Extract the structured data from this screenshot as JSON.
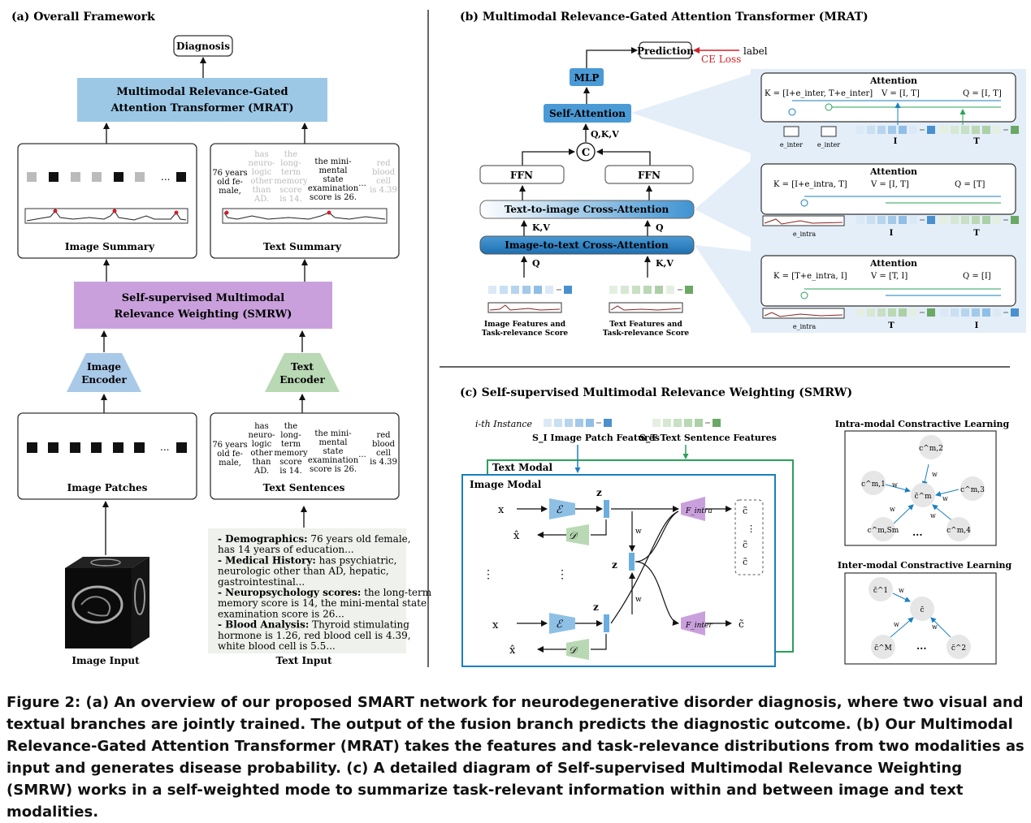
{
  "panel_a": {
    "title": "(a) Overall Framework",
    "diagnosis": "Diagnosis",
    "mrat_line1": "Multimodal Relevance-Gated",
    "mrat_line2": "Attention Transformer (MRAT)",
    "image_summary": "Image Summary",
    "text_summary": "Text Summary",
    "smrw_line1": "Self-supervised Multimodal",
    "smrw_line2": "Relevance Weighting (SMRW)",
    "image_encoder_1": "Image",
    "image_encoder_2": "Encoder",
    "text_encoder_1": "Text",
    "text_encoder_2": "Encoder",
    "image_patches": "Image Patches",
    "text_sentences": "Text Sentences",
    "image_input": "Image Input",
    "text_input": "Text Input",
    "ellipsis": "...",
    "sentences": {
      "s1": [
        "76 years",
        "old fe-",
        "male,"
      ],
      "s2": [
        "has",
        "neuro-",
        "logic",
        "other",
        "than",
        "AD."
      ],
      "s3": [
        "the",
        "long-",
        "term",
        "memory",
        "score",
        "is 14."
      ],
      "s4": [
        "the mini-",
        "mental",
        "state",
        "examination",
        "score is 26."
      ],
      "s5": [
        "red",
        "blood",
        "cell",
        "is 4.39"
      ]
    },
    "text_input_box": [
      {
        "bold": "- Demographics:",
        "rest": " 76 years old female,"
      },
      {
        "bold": "",
        "rest": "has 14 years of education..."
      },
      {
        "bold": "- Medical History:",
        "rest": " has psychiatric,"
      },
      {
        "bold": "",
        "rest": "neurologic other than AD, hepatic,"
      },
      {
        "bold": "",
        "rest": "gastrointestinal..."
      },
      {
        "bold": "- Neuropsychology scores:",
        "rest": " the long-term"
      },
      {
        "bold": "",
        "rest": "memory score is 14, the mini-mental state"
      },
      {
        "bold": "",
        "rest": "examination score is 26..."
      },
      {
        "bold": "- Blood Analysis:",
        "rest": " Thyroid stimulating"
      },
      {
        "bold": "",
        "rest": "hormone is 1.26, red blood cell is 4.39,"
      },
      {
        "bold": "",
        "rest": "white blood cell is 5.5..."
      }
    ]
  },
  "panel_b": {
    "title": "(b) Multimodal Relevance-Gated Attention Transformer (MRAT)",
    "prediction": "Prediction",
    "ce_loss": "CE Loss",
    "label": "label",
    "mlp": "MLP",
    "self_attention": "Self-Attention",
    "qkv": "Q,K,V",
    "concat": "C",
    "ffn": "FFN",
    "t2i": "Text-to-image Cross-Attention",
    "i2t": "Image-to-text Cross-Attention",
    "kv": "K,V",
    "q": "Q",
    "img_feat_1": "Image Features and",
    "img_feat_2": "Task-relevance Score",
    "txt_feat_1": "Text Features and",
    "txt_feat_2": "Task-relevance Score",
    "attention": "Attention",
    "box1": {
      "k": "K = [I+e_inter, T+e_inter]",
      "v": "V = [I, T]",
      "q": "Q = [I, T]",
      "lab1": "I",
      "lab2": "T",
      "e": "e_inter"
    },
    "box2": {
      "k": "K = [I+e_intra, T]",
      "v": "V = [I, T]",
      "q": "Q = [T]",
      "lab1": "I",
      "lab2": "T",
      "e": "e_intra"
    },
    "box3": {
      "k": "K = [T+e_intra, I]",
      "v": "V = [T, I]",
      "q": "Q = [I]",
      "lab1": "T",
      "lab2": "I",
      "e": "e_intra"
    }
  },
  "panel_c": {
    "title": "(c) Self-supervised Multimodal Relevance Weighting (SMRW)",
    "ith_instance": "i-th Instance",
    "si_patch": "S_I Image Patch Features",
    "st_sentence": "S_T Text Sentence Features",
    "text_modal": "Text Modal",
    "image_modal": "Image Modal",
    "intra_title": "Intra-modal Constractive Learning",
    "inter_title": "Inter-modal Constractive Learning",
    "x1": "x",
    "xhat": "x̂",
    "z": "z",
    "enc": "ℰ",
    "dec": "𝒟",
    "f_intra": "F_intra",
    "f_inter": "F_inter",
    "c_tilde": "c̃",
    "w": "w",
    "dots": "⋮",
    "intra_nodes": [
      "c^m,1",
      "c^m,2",
      "c^m,3",
      "c^m,4",
      "c^m,Sm",
      "c̄^m"
    ],
    "inter_nodes": [
      "c̄^1",
      "c̄^2",
      "c̄^M",
      "c̄"
    ]
  },
  "caption": "Figure 2: (a) An overview of our proposed SMART network for neurodegenerative disorder diagnosis, where two visual and textual branches are jointly trained. The output of the fusion branch predicts the diagnostic outcome. (b) Our Multimodal Relevance-Gated Attention Transformer (MRAT) takes the features and task-relevance distributions from two modalities as input and generates disease probability. (c) A detailed diagram of Self-supervised Multimodal Relevance Weighting (SMRW) works in a self-weighted mode to summarize task-relevant information within and between image and text modalities.",
  "colors": {
    "mrat_blue": "#9cc8e6",
    "smrw_purple": "#c9a0dc",
    "image_encoder": "#a9c9e8",
    "text_encoder": "#b9d8b4",
    "attn_dark_blue": "#2b7fc0",
    "ce_red": "#d0202a",
    "modal_blue": "#1a7fbf",
    "modal_green": "#2aa05a"
  }
}
